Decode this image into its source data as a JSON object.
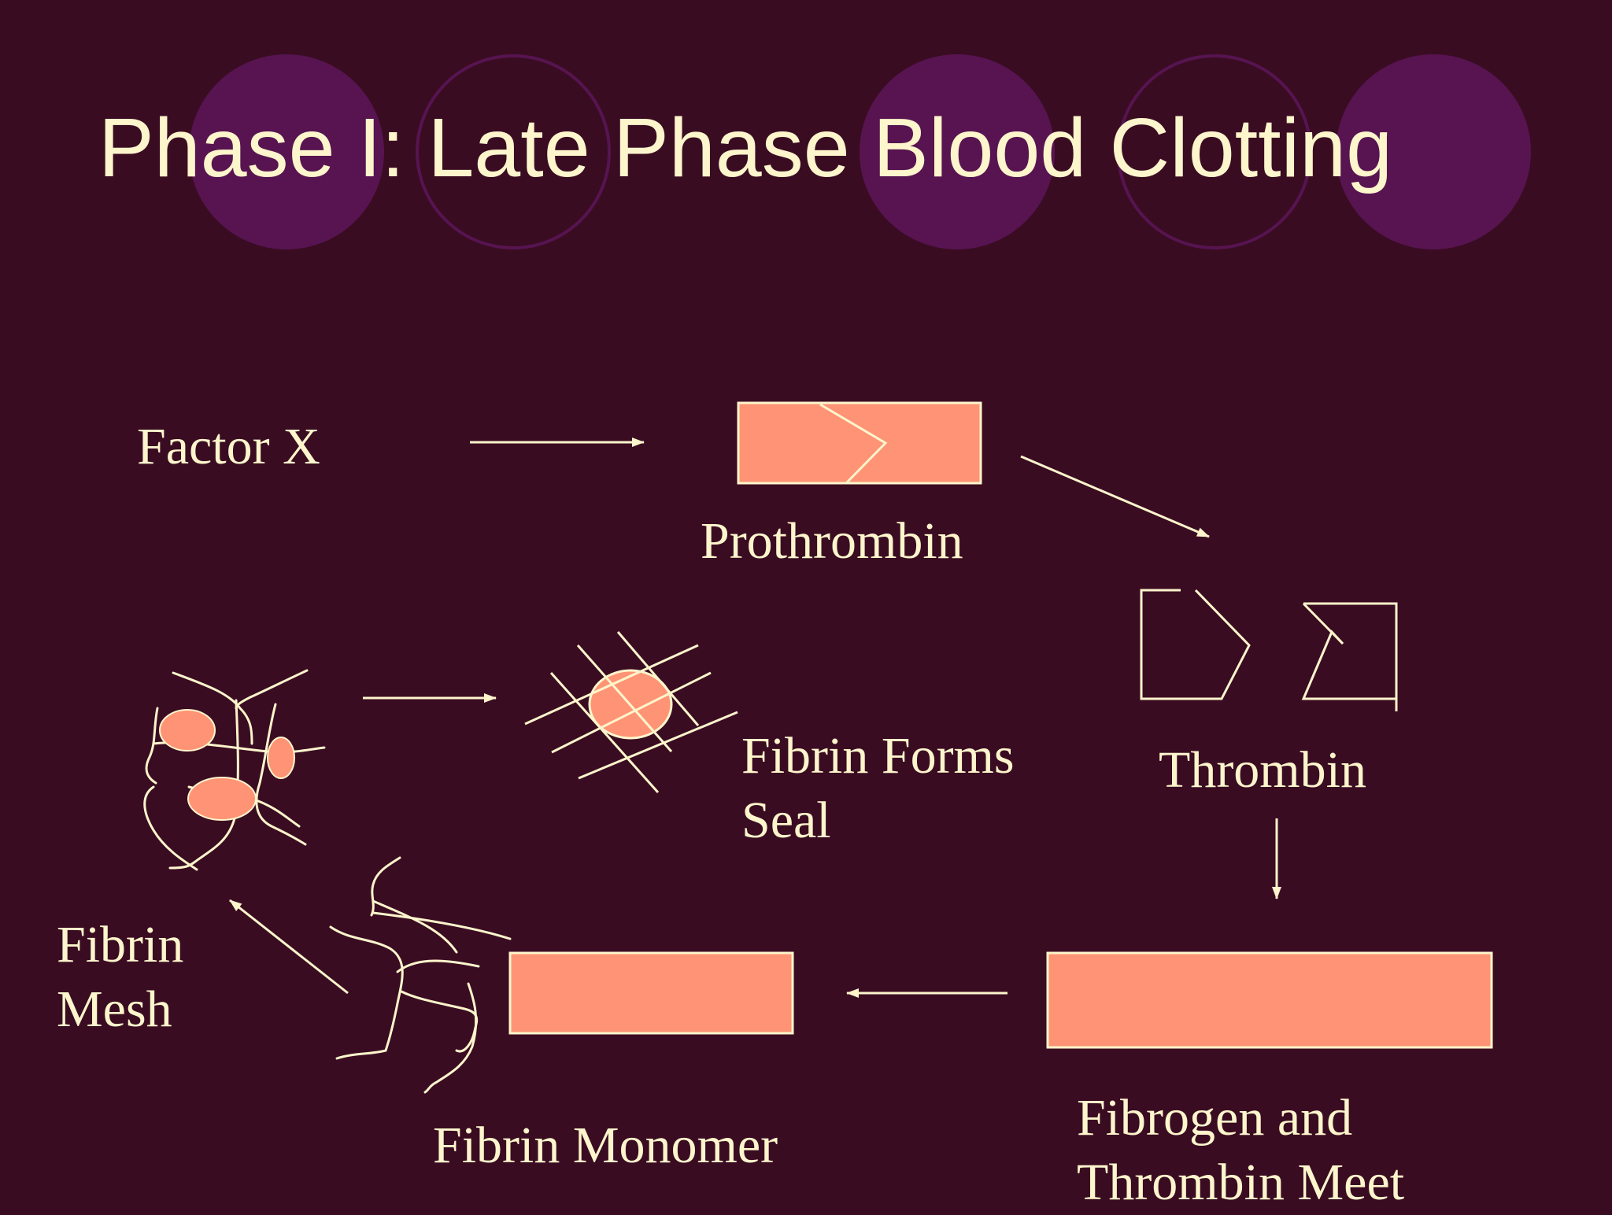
{
  "slide": {
    "title": "Phase I: Late Phase Blood Clotting",
    "colors": {
      "background": "#3a0c22",
      "text": "#fdf5cc",
      "circle_fill": "#571451",
      "circle_outline": "#571451",
      "shape_fill": "#fe9475",
      "shape_stroke": "#fdf5cc"
    }
  },
  "labels": {
    "factor_x": "Factor X",
    "prothrombin": "Prothrombin",
    "thrombin": "Thrombin",
    "fibrin_forms_seal_line1": "Fibrin Forms",
    "fibrin_forms_seal_line2": "Seal",
    "fibrin_mesh_line1": "Fibrin",
    "fibrin_mesh_line2": "Mesh",
    "fibrin_monomer": "Fibrin Monomer",
    "fibrogen_thrombin_line1": "Fibrogen and",
    "fibrogen_thrombin_line2": "Thrombin Meet"
  }
}
